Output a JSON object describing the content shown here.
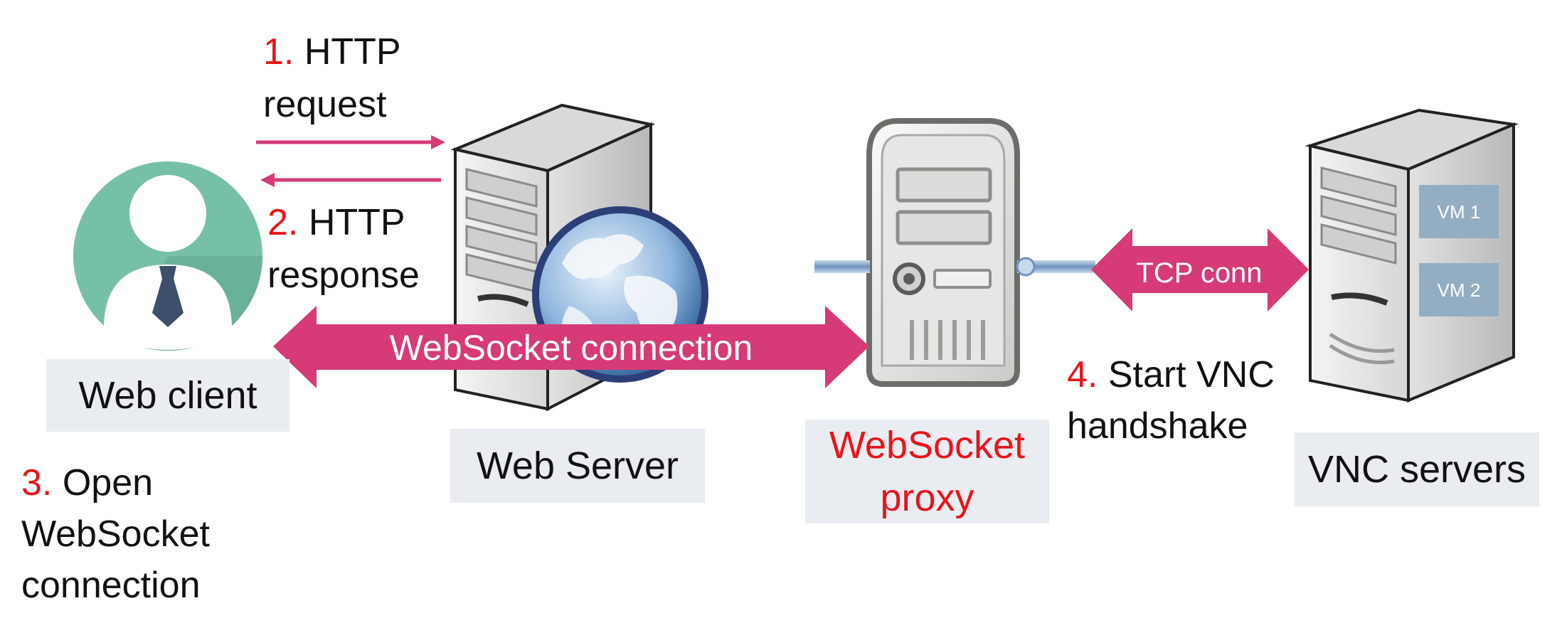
{
  "step1": {
    "number": "1.",
    "line1": "HTTP",
    "line2": "request"
  },
  "step2": {
    "number": "2.",
    "line1": "HTTP",
    "line2": "response"
  },
  "step3": {
    "number": "3.",
    "line1": "Open",
    "line2": "WebSocket",
    "line3": "connection"
  },
  "step4": {
    "number": "4.",
    "line1": "Start VNC",
    "line2": "handshake"
  },
  "nodes": {
    "web_client": "Web client",
    "web_server": "Web Server",
    "ws_proxy_line1": "WebSocket",
    "ws_proxy_line2": "proxy",
    "vnc_servers": "VNC servers"
  },
  "arrows": {
    "websocket": "WebSocket connection",
    "tcp": "TCP conn"
  },
  "vms": [
    "VM 1",
    "VM 2"
  ],
  "colors": {
    "accent_red": "#e8141c",
    "arrow_magenta": "#d63a77",
    "label_bg": "#e9edf1",
    "client_teal": "#76c1a6",
    "vm_box": "#93adc2"
  }
}
